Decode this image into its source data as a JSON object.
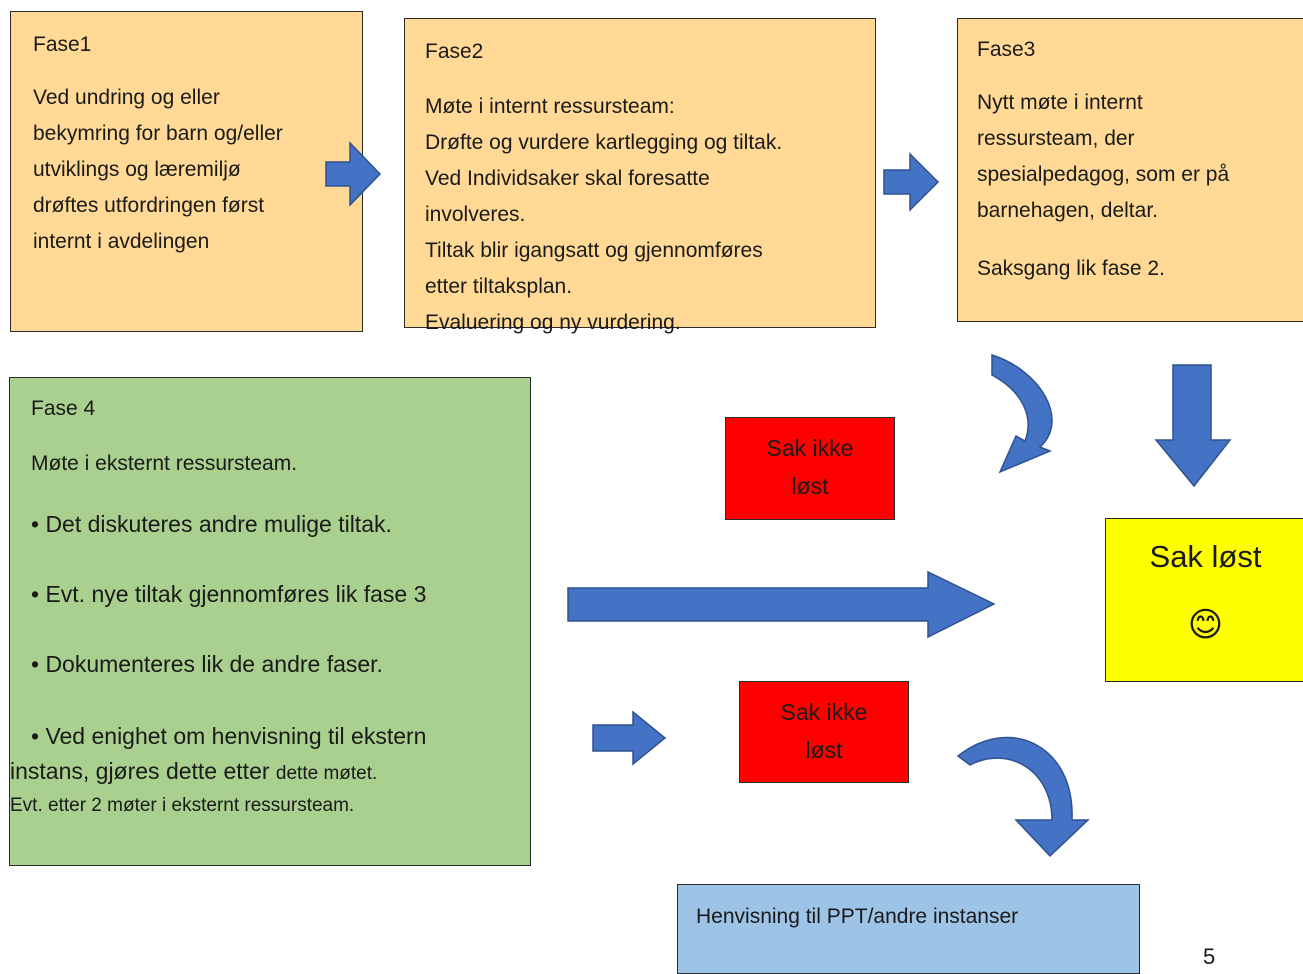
{
  "fase1": {
    "title": "Fase1",
    "lines": [
      "Ved undring og eller",
      "bekymring for barn og/eller",
      "utviklings og læremiljø",
      "drøftes utfordringen først",
      "internt i avdelingen"
    ]
  },
  "fase2": {
    "title": "Fase2",
    "lines": [
      "Møte i internt ressursteam:",
      "Drøfte og vurdere kartlegging og tiltak.",
      "Ved Individsaker skal foresatte",
      "involveres.",
      "Tiltak blir igangsatt og gjennomføres",
      "etter tiltaksplan.",
      "Evaluering og ny vurdering."
    ]
  },
  "fase3": {
    "title": "Fase3",
    "lines": [
      "Nytt møte i internt",
      "ressursteam, der",
      "spesialpedagog, som er på",
      "barnehagen, deltar."
    ],
    "note": "Saksgang lik fase 2."
  },
  "fase4": {
    "title": "Fase 4",
    "intro": "Møte i eksternt ressursteam.",
    "bullet1": "• Det diskuteres andre mulige tiltak.",
    "bullet2": "• Evt. nye tiltak gjennomføres lik fase 3",
    "bullet3": "• Dokumenteres lik de andre faser.",
    "bullet4_line1": "• Ved enighet om henvisning til ekstern",
    "bullet4_line2a": "instans, gjøres dette etter ",
    "bullet4_line2b": "dette møtet.",
    "bullet4_line3": "Evt. etter 2 møter i eksternt ressursteam."
  },
  "sak_ikke_lost_1": [
    "Sak ikke",
    "løst"
  ],
  "sak_ikke_lost_2": [
    "Sak ikke",
    "løst"
  ],
  "sak_lost": {
    "label": "Sak løst",
    "emoji": "😊"
  },
  "henvisning": "Henvisning til PPT/andre instanser",
  "page_number": "5",
  "colors": {
    "phase_box": "#ffd995",
    "fase4_box": "#a9d08e",
    "not_solved": "#ff0000",
    "solved": "#ffff00",
    "referral": "#9dc3e6",
    "arrow": "#4472c4"
  }
}
